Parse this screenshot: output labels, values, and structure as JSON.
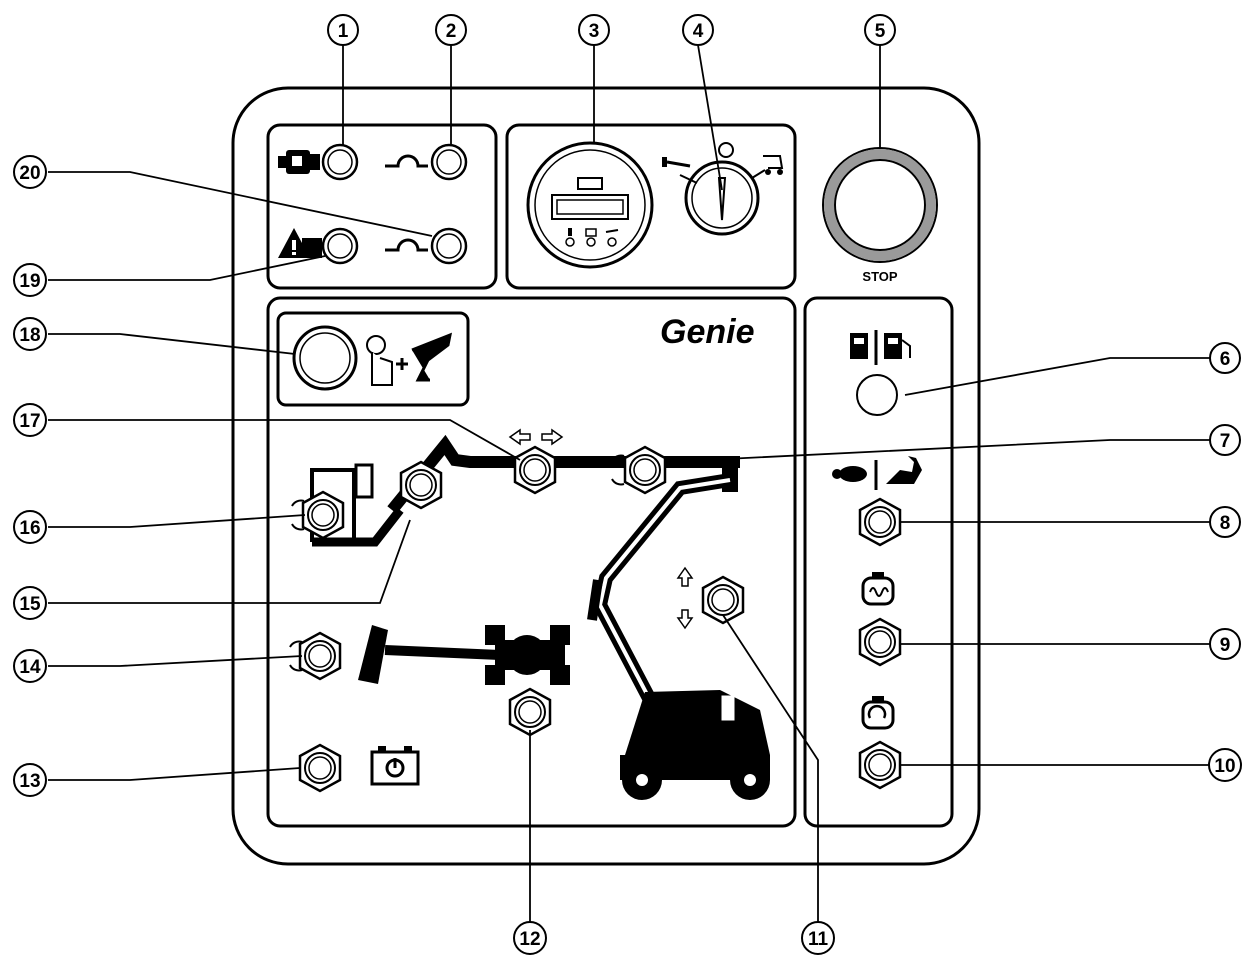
{
  "brand": "Genie",
  "stop_label": "STOP",
  "callouts": [
    "1",
    "2",
    "3",
    "4",
    "5",
    "6",
    "7",
    "8",
    "9",
    "10",
    "11",
    "12",
    "13",
    "14",
    "15",
    "16",
    "17",
    "18",
    "19",
    "20"
  ],
  "colors": {
    "ink": "#000000",
    "paper": "#ffffff",
    "bezel": "#9a9a9a"
  },
  "icons": [
    "engine-icon",
    "temperature-icon",
    "fault-warning-icon",
    "hour-meter-icon",
    "key-switch-icon",
    "emergency-stop-button",
    "fuel-select-icon",
    "turtle-speed-icon",
    "rabbit-speed-icon",
    "glow-plug-icon",
    "engine-start-icon",
    "battery-power-icon",
    "boom-lift-icon"
  ]
}
